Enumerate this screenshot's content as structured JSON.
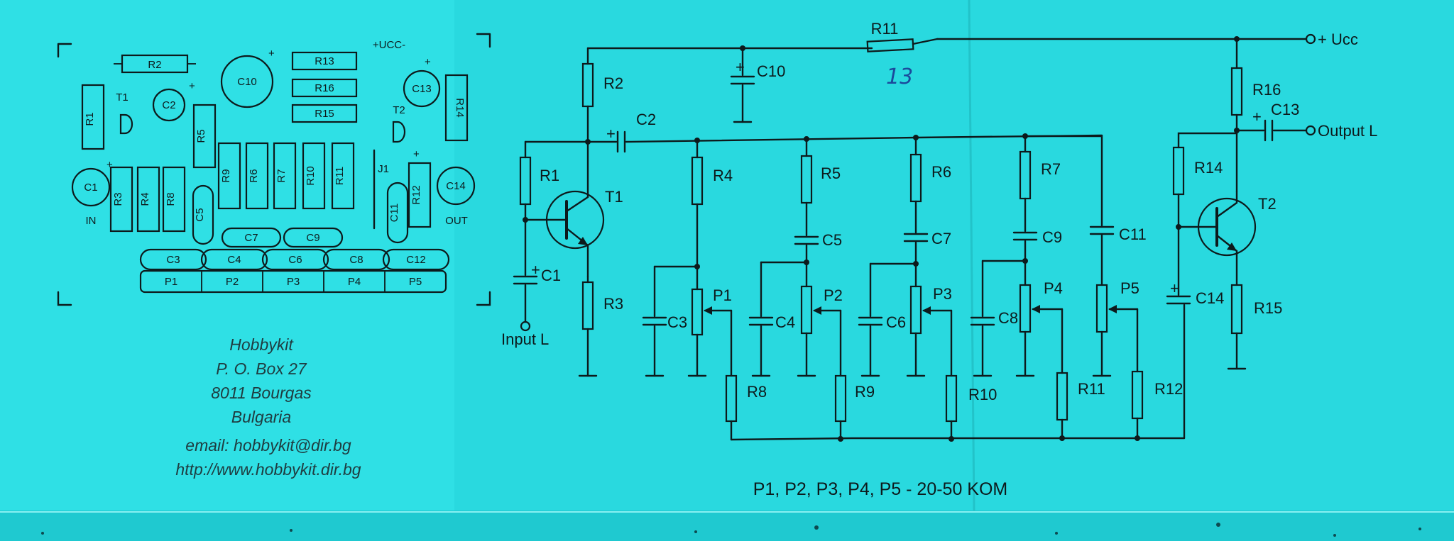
{
  "pcb": {
    "parts": {
      "r1": "R1",
      "r2": "R2",
      "r3": "R3",
      "r4": "R4",
      "r5": "R5",
      "r6": "R6",
      "r7": "R7",
      "r8": "R8",
      "r9": "R9",
      "r10": "R10",
      "r11": "R11",
      "r12": "R12",
      "r13": "R13",
      "r14": "R14",
      "r15": "R15",
      "r16": "R16",
      "c1": "C1",
      "c2": "C2",
      "c3": "C3",
      "c4": "C4",
      "c5": "C5",
      "c6": "C6",
      "c7": "C7",
      "c8": "C8",
      "c9": "C9",
      "c10": "C10",
      "c11": "C11",
      "c12": "C12",
      "c13": "C13",
      "c14": "C14",
      "t1": "T1",
      "t2": "T2",
      "j1": "J1",
      "p1": "P1",
      "p2": "P2",
      "p3": "P3",
      "p4": "P4",
      "p5": "P5"
    },
    "ucc": "+UCC-",
    "in": "IN",
    "out": "OUT",
    "plus": "+"
  },
  "address": {
    "company": "Hobbykit",
    "pobox": "P. O. Box 27",
    "city": "8011 Bourgas",
    "country": "Bulgaria",
    "email": "email: hobbykit@dir.bg",
    "url": "http://www.hobbykit.dir.bg"
  },
  "schematic": {
    "labels": {
      "r1": "R1",
      "r2": "R2",
      "r3": "R3",
      "r4": "R4",
      "r5": "R5",
      "r6": "R6",
      "r7": "R7",
      "r8": "R8",
      "r9": "R9",
      "r10": "R10",
      "r11": "R11",
      "r12": "R12",
      "r14": "R14",
      "r15": "R15",
      "r16": "R16",
      "r11_top": "R11",
      "c1": "C1",
      "c2": "C2",
      "c3": "C3",
      "c4": "C4",
      "c5": "C5",
      "c6": "C6",
      "c7": "C7",
      "c8": "C8",
      "c9": "C9",
      "c10": "C10",
      "c11": "C11",
      "c13": "C13",
      "c14": "C14",
      "t1": "T1",
      "t2": "T2",
      "p1": "P1",
      "p2": "P2",
      "p3": "P3",
      "p4": "P4",
      "p5": "P5"
    },
    "ucc": "+ Ucc",
    "input": "Input L",
    "output": "Output L",
    "plus": "+",
    "handwritten": "13",
    "note": "P1, P2, P3, P4, P5 - 20-50 KOM"
  }
}
